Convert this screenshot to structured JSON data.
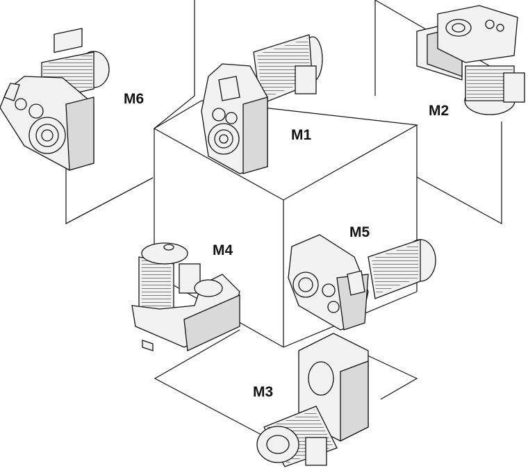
{
  "labels": {
    "m1": "M1",
    "m2": "M2",
    "m3": "M3",
    "m4": "M4",
    "m5": "M5",
    "m6": "M6"
  },
  "icons": [
    "gearmotor-m1-icon",
    "gearmotor-m2-icon",
    "gearmotor-m3-icon",
    "gearmotor-m4-icon",
    "gearmotor-m5-icon",
    "gearmotor-m6-icon"
  ]
}
